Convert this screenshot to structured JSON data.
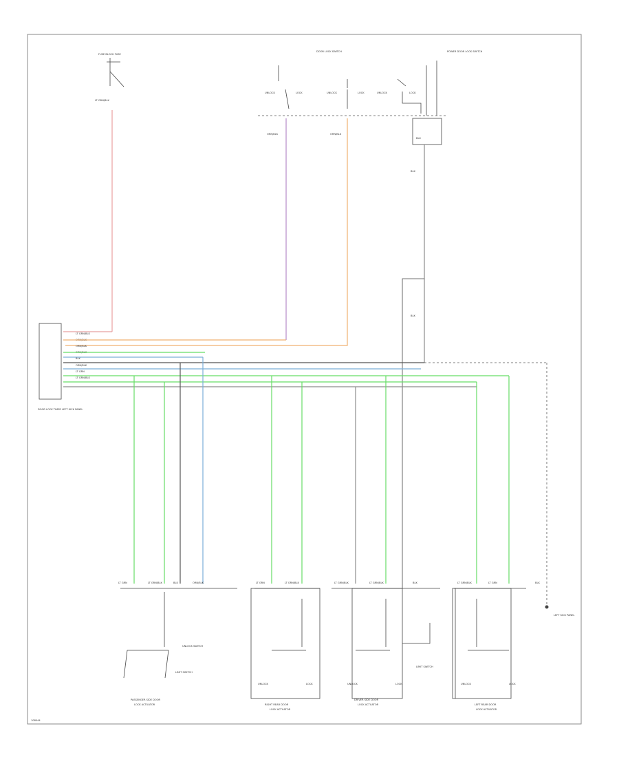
{
  "colors": {
    "frame": "#8a8a8a",
    "wire_red": "#e8a0a0",
    "wire_purple": "#b48ac8",
    "wire_orange": "#f0b070",
    "wire_gray": "#8c8c8c",
    "wire_blue": "#7aaed8",
    "wire_green": "#66dd66",
    "wire_dark": "#555555"
  },
  "labels": {
    "fuse_block": "FUSE\nBLOCK\nFUSE",
    "door_lock_switch": "DOOR LOCK SWITCH",
    "power_lock_switch": "POWER\nDOOR\nLOCK\nSWITCH",
    "module": "DOOR LOCK\nTIMER\nLEFT\nKICK\nPANEL",
    "ground": "LEFT\nKICK\nPANEL",
    "page_ref": "108044"
  },
  "lock_switches": [
    {
      "left": "UNLOCK",
      "right": "LOCK"
    },
    {
      "left": "UNLOCK",
      "right": "LOCK"
    },
    {
      "left": "UNLOCK",
      "right": "LOCK"
    }
  ],
  "module_pins": [
    "LT GRN/BLK",
    "ORN/BLK",
    "ORN/BLK",
    "ORN/BLK",
    "BLK",
    "ORN/BLK",
    "LT GRN",
    "LT GRN/BLK"
  ],
  "bottom_blocks": [
    {
      "title": "PASSENGER SIDE DOOR",
      "sub": "LOCK ACTUATOR"
    },
    {
      "title": "RIGHT REAR DOOR",
      "sub": "LOCK ACTUATOR"
    },
    {
      "title": "DRIVER SIDE DOOR",
      "sub": "LOCK ACTUATOR"
    },
    {
      "title": "LEFT REAR DOOR",
      "sub": "LOCK ACTUATOR"
    }
  ],
  "wire_tags": {
    "blk": "BLK",
    "lt_grn": "LT GRN",
    "lt_grn_blk": "LT GRN/BLK",
    "orn_blk": "ORN/BLK",
    "lock": "LOCK",
    "unlock": "UNLOCK",
    "unlock_switch": "UNLOCK SWITCH",
    "limit_switch": "LIMIT SWITCH"
  }
}
